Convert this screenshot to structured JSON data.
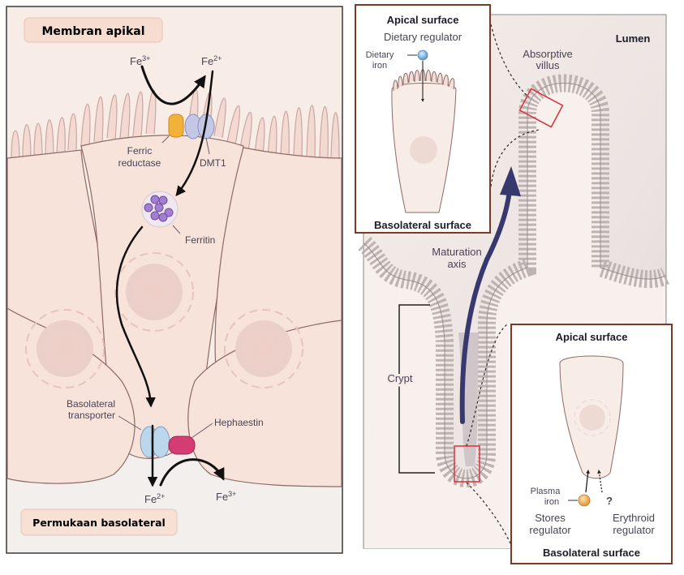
{
  "left_panel": {
    "top_tag": "Membran apikal",
    "bottom_tag": "Permukaan basolateral",
    "labels": {
      "fe3_top": "Fe3+",
      "fe2_top": "Fe2+",
      "ferric_reductase_1": "Ferric",
      "ferric_reductase_2": "reductase",
      "dmt1": "DMT1",
      "ferritin": "Ferritin",
      "basolateral_transporter_1": "Basolateral",
      "basolateral_transporter_2": "transporter",
      "hephaestin": "Hephaestin",
      "fe2_bottom": "Fe2+",
      "fe3_bottom": "Fe3+"
    },
    "ion_parts": {
      "fe": "Fe",
      "sup3": "3+",
      "sup2": "2+"
    }
  },
  "right_panel": {
    "lumen": "Lumen",
    "absorptive_villus_1": "Absorptive",
    "absorptive_villus_2": "villus",
    "maturation_axis_1": "Maturation",
    "maturation_axis_2": "axis",
    "crypt": "Crypt",
    "top_inset": {
      "apical": "Apical surface",
      "regulator": "Dietary regulator",
      "dietary_iron_1": "Dietary",
      "dietary_iron_2": "iron",
      "basolateral": "Basolateral surface"
    },
    "bottom_inset": {
      "apical": "Apical surface",
      "plasma_iron_1": "Plasma",
      "plasma_iron_2": "iron",
      "question": "?",
      "stores_1": "Stores",
      "stores_2": "regulator",
      "erythroid_1": "Erythroid",
      "erythroid_2": "regulator",
      "basolateral": "Basolateral surface"
    }
  },
  "colors": {
    "cell_fill": "#f7e3da",
    "panel_bg": "#f5ebe4",
    "tag_fill": "#f7ddd0",
    "ferric_reductase": "#f2b23a",
    "dmt1": "#c4c8e6",
    "ferritin": "#9a78c6",
    "transporter": "#bcd6ec",
    "hephaestin": "#d63c74",
    "maturation_arrow": "#36386e",
    "highlight_box": "#d8323c",
    "inset_border": "#7a3a26"
  }
}
